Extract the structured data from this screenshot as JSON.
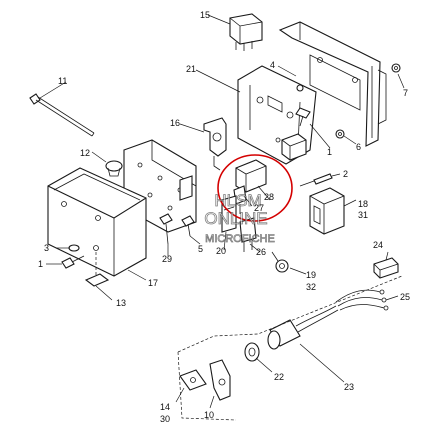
{
  "callouts": {
    "c15": "15",
    "c21": "21",
    "c4": "4",
    "c7": "7",
    "c11": "11",
    "c16": "16",
    "c1a": "1",
    "c6": "6",
    "c12": "12",
    "c2": "2",
    "c18": "18",
    "c31": "31",
    "c27": "27",
    "c28": "28",
    "c5": "5",
    "c20": "20",
    "c29": "29",
    "c26": "26",
    "c3": "3",
    "c1b": "1",
    "c19": "19",
    "c32": "32",
    "c17": "17",
    "c13": "13",
    "c24": "24",
    "c25": "25",
    "c22": "22",
    "c23": "23",
    "c14": "14",
    "c30": "30",
    "c10": "10"
  },
  "watermark": {
    "line1": "HLSM",
    "line2": "ONLINE",
    "line3": "MICROFICHE"
  },
  "colors": {
    "highlight": "#d40000",
    "ink": "#1a1a1a"
  }
}
